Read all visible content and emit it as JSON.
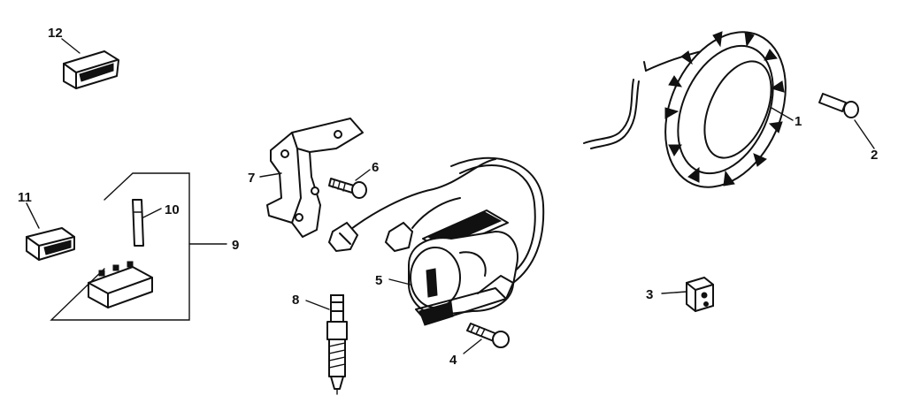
{
  "callouts": [
    {
      "id": "1",
      "label": "1"
    },
    {
      "id": "2",
      "label": "2"
    },
    {
      "id": "3",
      "label": "3"
    },
    {
      "id": "4",
      "label": "4"
    },
    {
      "id": "5",
      "label": "5"
    },
    {
      "id": "6",
      "label": "6"
    },
    {
      "id": "7",
      "label": "7"
    },
    {
      "id": "8",
      "label": "8"
    },
    {
      "id": "9",
      "label": "9"
    },
    {
      "id": "10",
      "label": "10"
    },
    {
      "id": "11",
      "label": "11"
    },
    {
      "id": "12",
      "label": "12"
    }
  ],
  "colors": {
    "ink": "#111111",
    "background": "#ffffff"
  }
}
